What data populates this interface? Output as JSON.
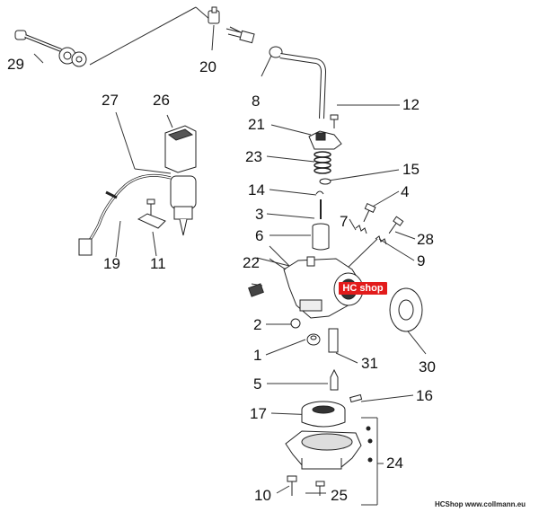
{
  "callouts": [
    "29",
    "20",
    "8",
    "12",
    "27",
    "26",
    "21",
    "23",
    "15",
    "14",
    "4",
    "3",
    "7",
    "6",
    "28",
    "19",
    "11",
    "9",
    "22",
    "2",
    "30",
    "1",
    "31",
    "5",
    "16",
    "17",
    "24",
    "10",
    "25"
  ],
  "watermark": "HC shop",
  "credit": "HCShop www.collmann.eu"
}
